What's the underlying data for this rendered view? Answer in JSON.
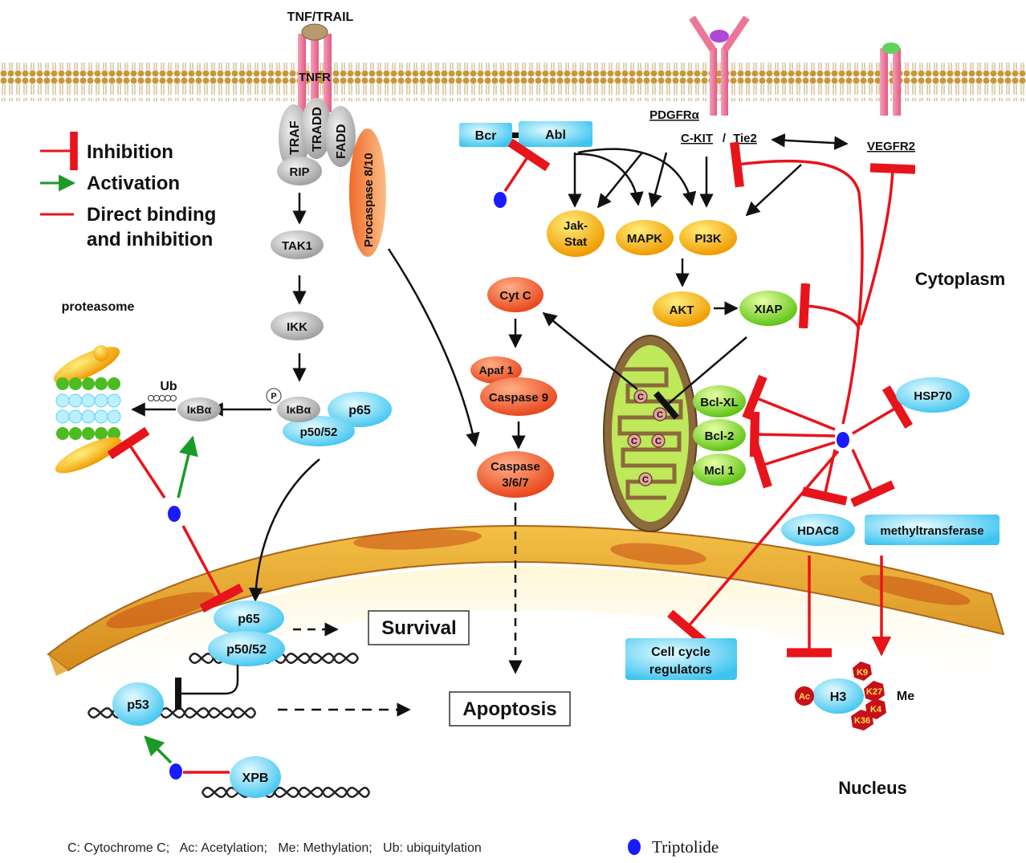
{
  "colors": {
    "inhibition": "#e8141b",
    "activation": "#1a9a26",
    "arrow": "#111111",
    "triptolide": "#1a1aff",
    "receptor": "#f0789a",
    "cyan": "#5fd3f5",
    "grey": "#b5b5b5",
    "orange": "#ee5a21",
    "yellow": "#f8b400",
    "green": "#7fd926",
    "membrane": "#e0a23e"
  },
  "legend": {
    "inhibition": "Inhibition",
    "activation": "Activation",
    "direct1": "Direct binding",
    "direct2": "and inhibition"
  },
  "receptors": {
    "tnf_trail": "TNF/TRAIL",
    "tnfr": "TNFR",
    "pdgfra": "PDGFRα",
    "ckit": "C-KIT",
    "slash": "/",
    "tie2": "Tie2",
    "vegfr2": "VEGFR2"
  },
  "tnf_complex": {
    "traf": "TRAF",
    "tradd": "TRADD",
    "fadd": "FADD",
    "rip": "RIP",
    "procaspase": "Procaspase 8/10"
  },
  "nfkb": {
    "tak1": "TAK1",
    "ikk": "IKK",
    "ikba_p": "IκBα",
    "p": "P",
    "p65": "p65",
    "p5052": "p50/52",
    "ikba_ub": "IκBα",
    "ub": "Ub",
    "proteasome": "proteasome"
  },
  "kinases": {
    "bcr": "Bcr",
    "abl": "Abl",
    "jak1": "Jak-",
    "jak2": "Stat",
    "mapk": "MAPK",
    "pi3k": "PI3K",
    "akt": "AKT",
    "xiap": "XIAP"
  },
  "apoptosis": {
    "cytc": "Cyt C",
    "apaf": "Apaf 1",
    "casp9": "Caspase 9",
    "casp367_1": "Caspase",
    "casp367_2": "3/6/7"
  },
  "mito": {
    "c": "C",
    "bclxl": "Bcl-XL",
    "bcl2": "Bcl-2",
    "mcl1": "Mcl 1"
  },
  "right_targets": {
    "hsp70": "HSP70",
    "hdac8": "HDAC8",
    "methyl": "methyltransferase",
    "ccr1": "Cell cycle",
    "ccr2": "regulators"
  },
  "histone": {
    "h3": "H3",
    "ac": "Ac",
    "me": "Me",
    "k9": "K9",
    "k27": "K27",
    "k4": "K4",
    "k36": "K36"
  },
  "nucleus": {
    "p65": "p65",
    "p5052": "p50/52",
    "p53": "p53",
    "xpb": "XPB",
    "survival": "Survival",
    "apoptosis": "Apoptosis"
  },
  "regions": {
    "cytoplasm": "Cytoplasm",
    "nucleus": "Nucleus"
  },
  "footer": {
    "note": "C: Cytochrome C;   Ac: Acetylation;   Me: Methylation;   Ub: ubiquitylation",
    "triptolide": "Triptolide"
  }
}
